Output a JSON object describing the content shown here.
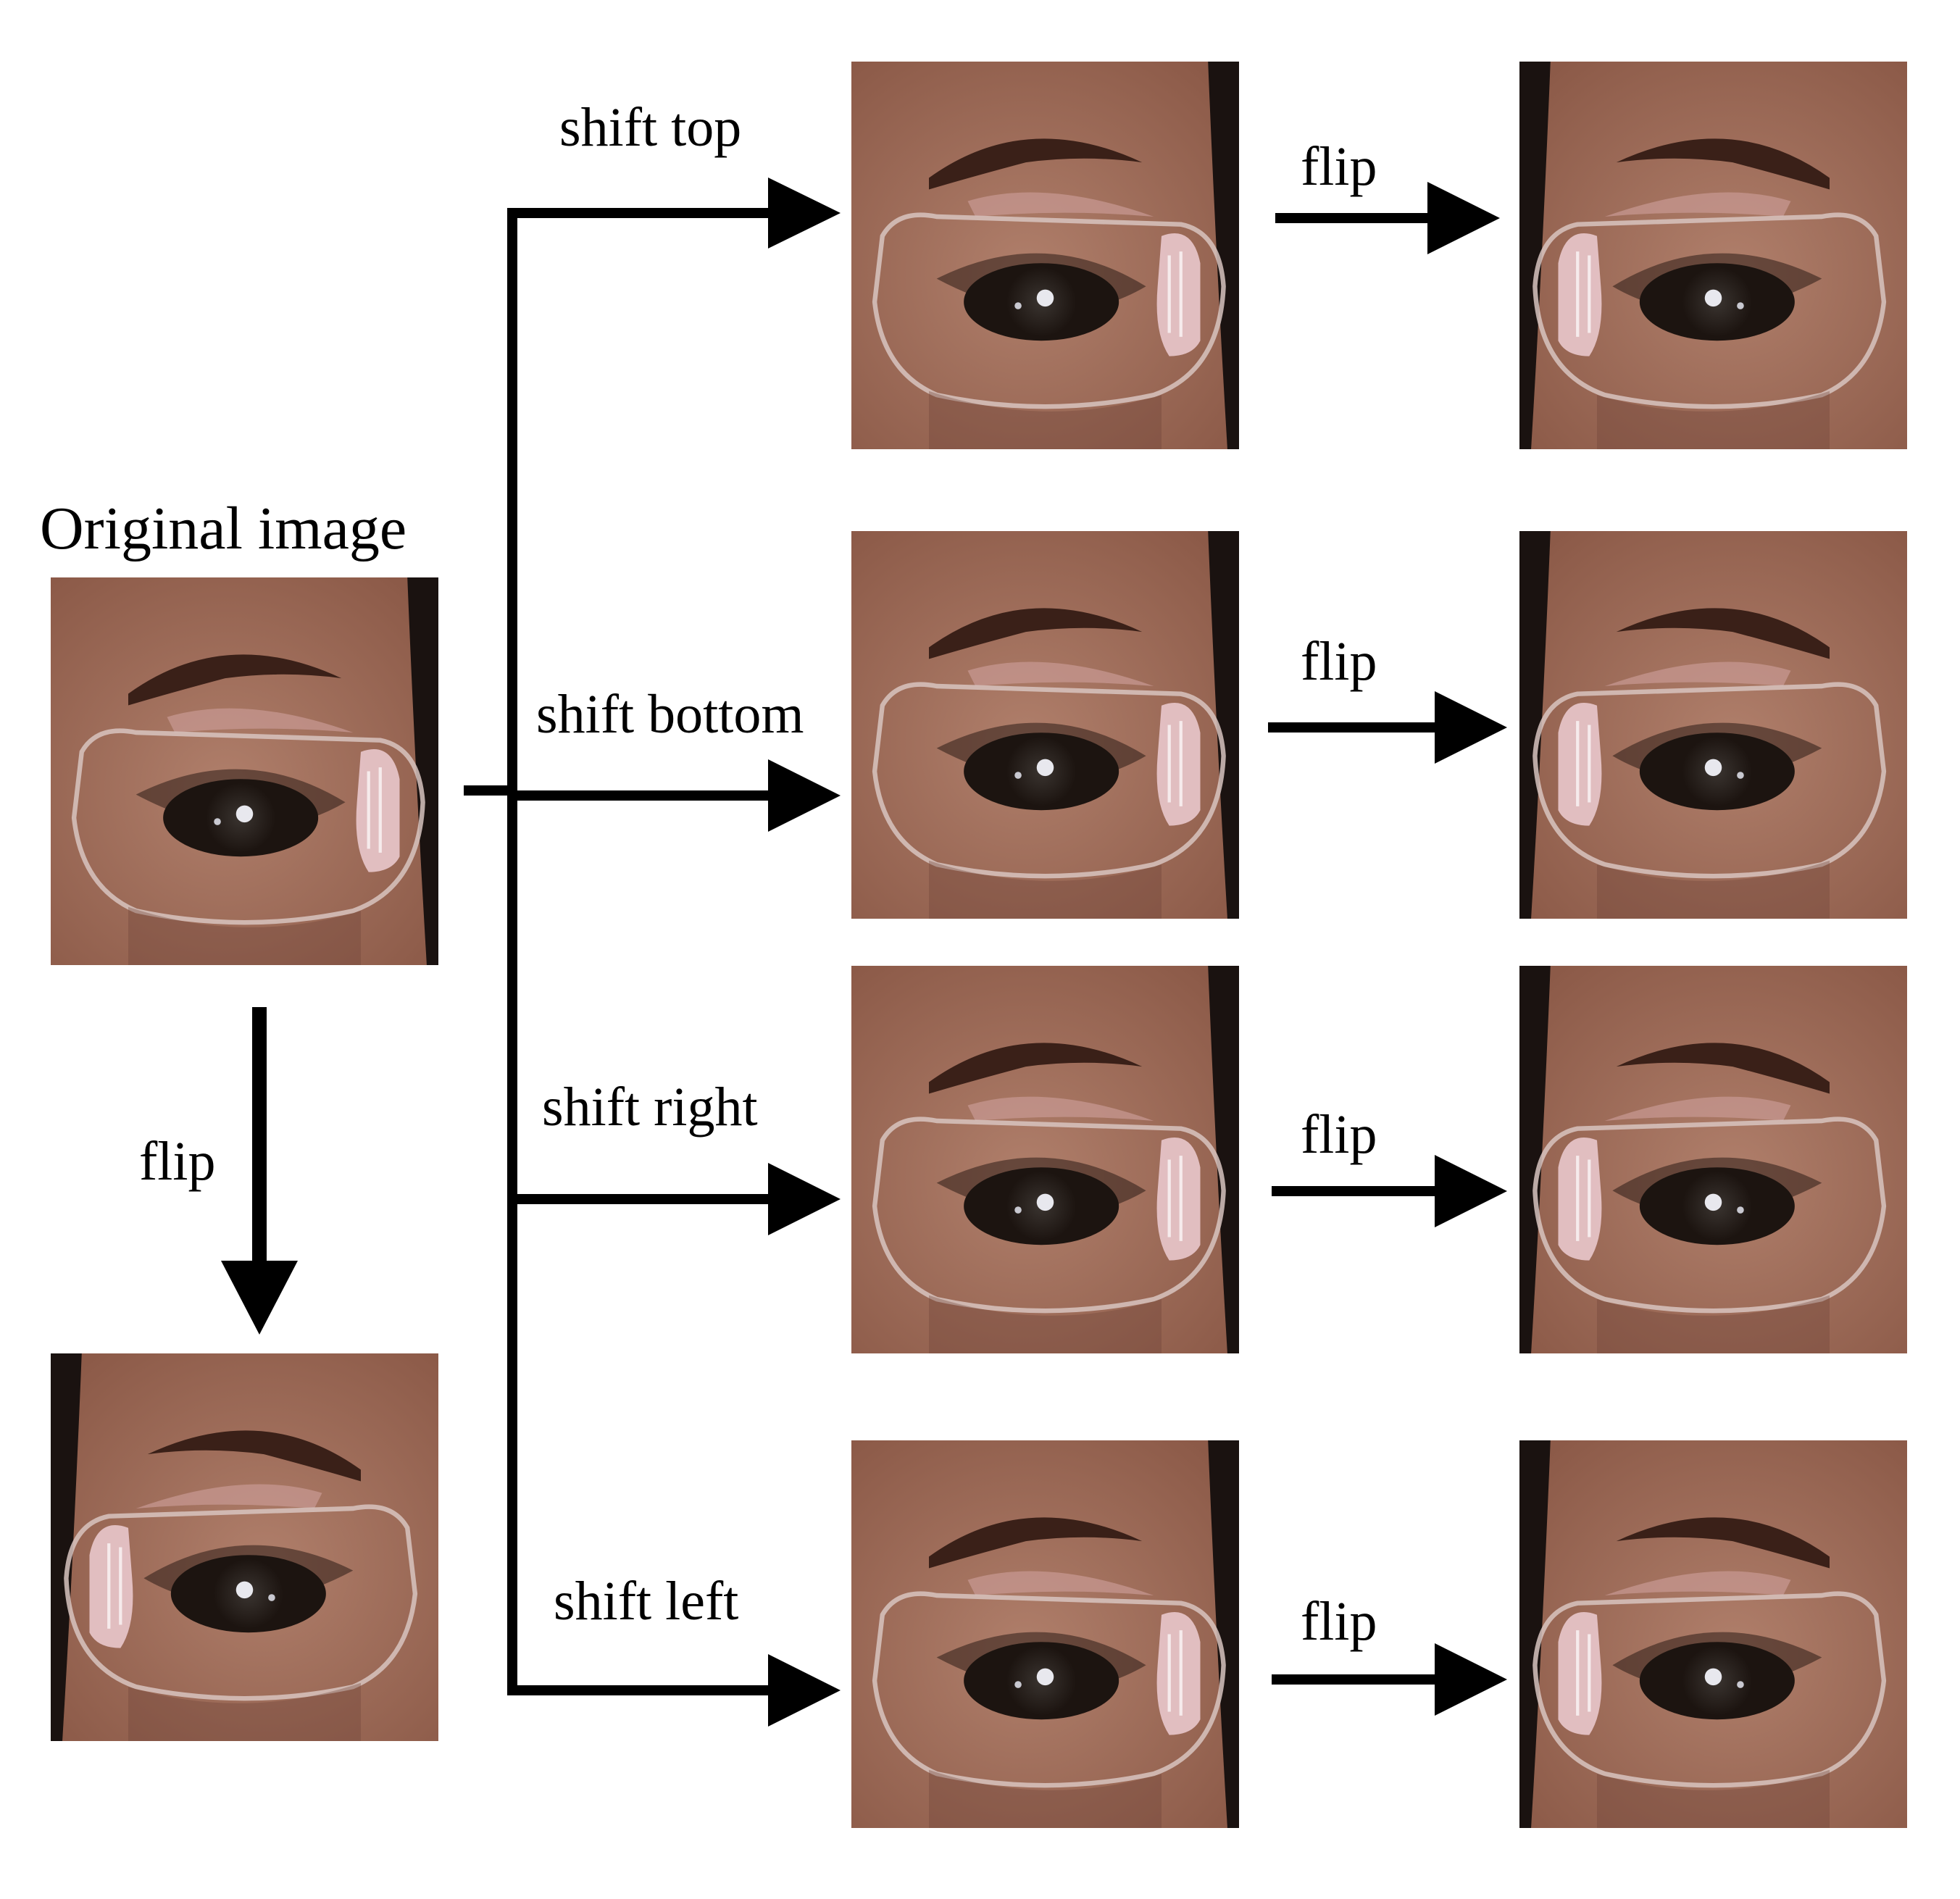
{
  "labels": {
    "original": "Original image",
    "flip": "flip",
    "shift_top": "shift top",
    "shift_bottom": "shift bottom",
    "shift_right": "shift right",
    "shift_left": "shift left"
  },
  "colors": {
    "skin": "#8c5a48",
    "skin_light": "#b07f6b",
    "brow": "#3a2018",
    "eye": "#1c1410",
    "lens_pad": "#e9c8cc",
    "hair": "#1a1210",
    "arrow": "#000000"
  }
}
